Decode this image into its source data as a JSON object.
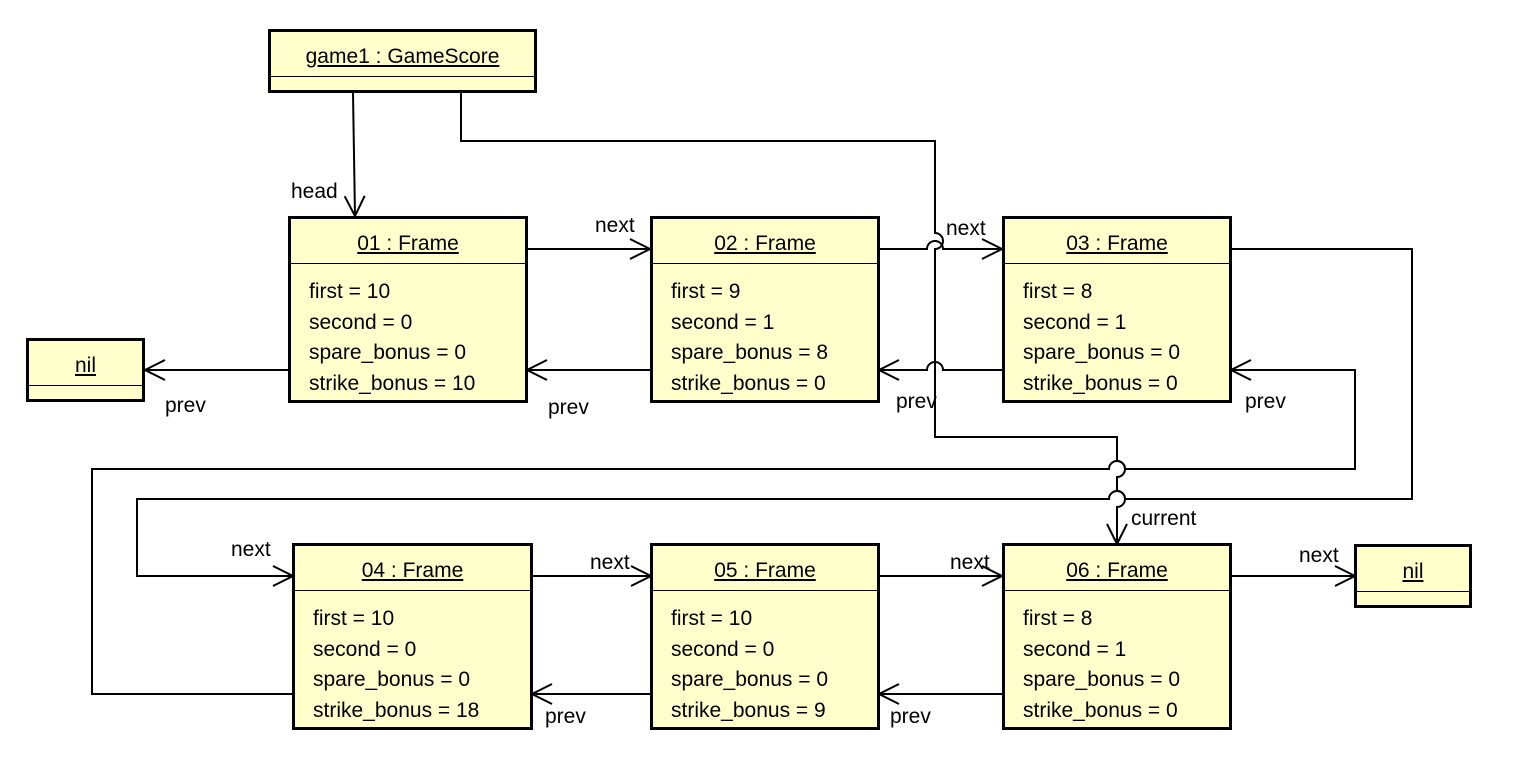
{
  "objects": {
    "game1": {
      "name": "game1 : GameScore"
    },
    "nil_left": {
      "name": "nil"
    },
    "nil_right": {
      "name": "nil"
    },
    "f01": {
      "name": "01 : Frame",
      "attrs": [
        "first = 10",
        "second = 0",
        "spare_bonus = 0",
        "strike_bonus = 10"
      ]
    },
    "f02": {
      "name": "02 : Frame",
      "attrs": [
        "first = 9",
        "second = 1",
        "spare_bonus = 8",
        "strike_bonus = 0"
      ]
    },
    "f03": {
      "name": "03 : Frame",
      "attrs": [
        "first = 8",
        "second = 1",
        "spare_bonus = 0",
        "strike_bonus = 0"
      ]
    },
    "f04": {
      "name": "04 : Frame",
      "attrs": [
        "first = 10",
        "second = 0",
        "spare_bonus = 0",
        "strike_bonus = 18"
      ]
    },
    "f05": {
      "name": "05 : Frame",
      "attrs": [
        "first = 10",
        "second = 0",
        "spare_bonus = 0",
        "strike_bonus = 9"
      ]
    },
    "f06": {
      "name": "06 : Frame",
      "attrs": [
        "first = 8",
        "second = 1",
        "spare_bonus = 0",
        "strike_bonus = 0"
      ]
    }
  },
  "labels": {
    "head": "head",
    "current": "current",
    "next_01_02": "next",
    "next_02_03": "next",
    "next_03_04": "next",
    "next_04_05": "next",
    "next_05_06": "next",
    "next_06_nil": "next",
    "prev_01_nil": "prev",
    "prev_02_01": "prev",
    "prev_03_02": "prev",
    "prev_04_03": "prev",
    "prev_05_04": "prev",
    "prev_06_05": "prev"
  }
}
